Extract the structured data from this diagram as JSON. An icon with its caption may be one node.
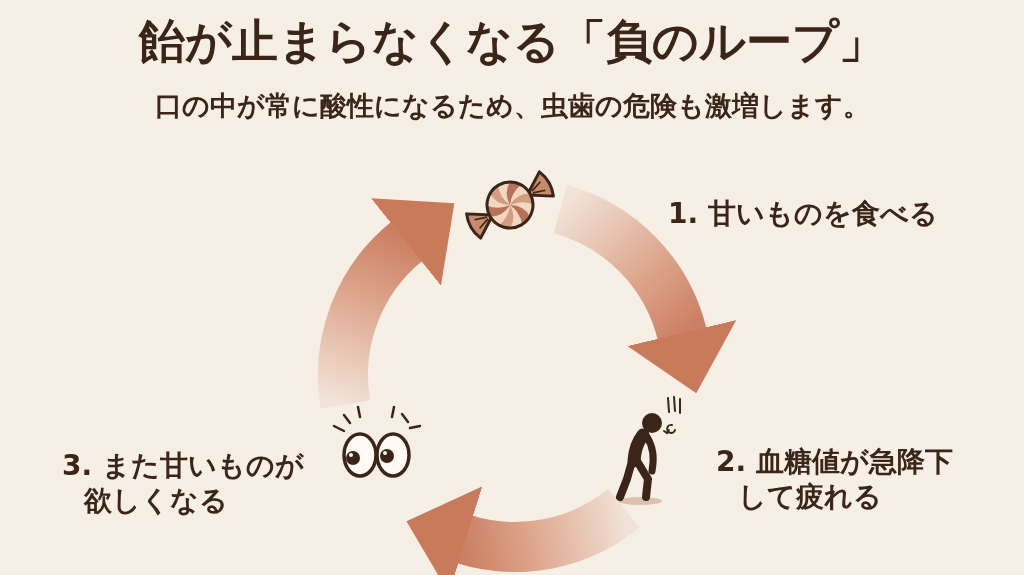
{
  "diagram": {
    "title": "飴が止まらなくなる「負のループ」",
    "nodes": [
      {
        "text": [],
        "shape": "picture"
      },
      {
        "text": [],
        "shape": "picture",
        "beside": [
          "2. 血糖値が急降下して疲れる"
        ]
      },
      {
        "text": [],
        "shape": "picture",
        "beside": [
          "3. また甘いものが欲しくなる"
        ]
      }
    ],
    "edges": [
      {
        "from": 0,
        "to": 1,
        "arrow": "to"
      },
      {
        "from": 1,
        "to": 2,
        "arrow": "to"
      },
      {
        "from": 2,
        "to": 0,
        "arrow": "to"
      }
    ],
    "labels": [
      "口の中が常に酸性になるため、虫歯の危険も激増します。",
      "1. 甘いものを食べる"
    ]
  }
}
